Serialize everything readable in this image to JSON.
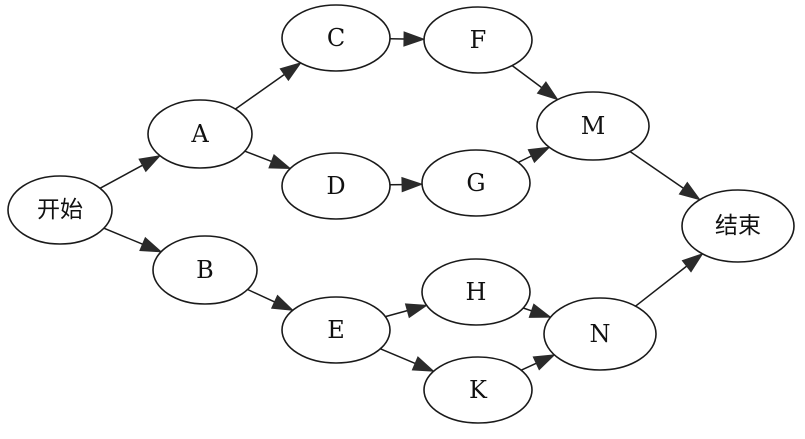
{
  "diagram": {
    "nodes": [
      {
        "id": "start",
        "label": "开始"
      },
      {
        "id": "A",
        "label": "A"
      },
      {
        "id": "B",
        "label": "B"
      },
      {
        "id": "C",
        "label": "C"
      },
      {
        "id": "D",
        "label": "D"
      },
      {
        "id": "E",
        "label": "E"
      },
      {
        "id": "F",
        "label": "F"
      },
      {
        "id": "G",
        "label": "G"
      },
      {
        "id": "H",
        "label": "H"
      },
      {
        "id": "K",
        "label": "K"
      },
      {
        "id": "M",
        "label": "M"
      },
      {
        "id": "N",
        "label": "N"
      },
      {
        "id": "end",
        "label": "结束"
      }
    ],
    "edges": [
      {
        "from": "start",
        "to": "A"
      },
      {
        "from": "start",
        "to": "B"
      },
      {
        "from": "A",
        "to": "C"
      },
      {
        "from": "A",
        "to": "D"
      },
      {
        "from": "B",
        "to": "E"
      },
      {
        "from": "C",
        "to": "F"
      },
      {
        "from": "D",
        "to": "G"
      },
      {
        "from": "E",
        "to": "H"
      },
      {
        "from": "E",
        "to": "K"
      },
      {
        "from": "F",
        "to": "M"
      },
      {
        "from": "G",
        "to": "M"
      },
      {
        "from": "H",
        "to": "N"
      },
      {
        "from": "K",
        "to": "N"
      },
      {
        "from": "M",
        "to": "end"
      },
      {
        "from": "N",
        "to": "end"
      }
    ]
  }
}
